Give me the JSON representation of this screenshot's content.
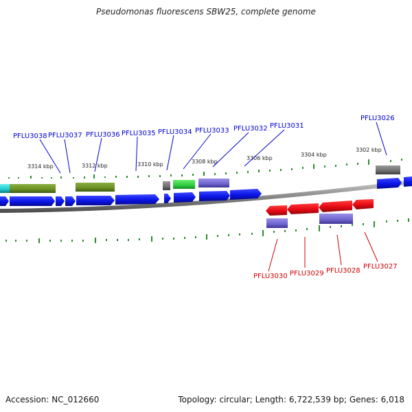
{
  "title": "Pseudomonas fluorescens SBW25, complete genome",
  "footer": {
    "accession": "Accession: NC_012660",
    "summary": "Topology: circular; Length: 6,722,539 bp; Genes: 6,018"
  },
  "colors": {
    "forward_label": "#0000cc",
    "reverse_label": "#cc0000",
    "cds_forward": "#0a14e6",
    "cds_reverse": "#e60a14",
    "gc_skew": "#2a8a2a",
    "backbone": "#8a8a8a"
  },
  "scale_ticks": [
    {
      "label": "3314 kbp"
    },
    {
      "label": "3312 kbp"
    },
    {
      "label": "3310 kbp"
    },
    {
      "label": "3308 kbp"
    },
    {
      "label": "3306 kbp"
    },
    {
      "label": "3304 kbp"
    },
    {
      "label": "3302 kbp"
    }
  ],
  "forward_genes": [
    {
      "label": "PFLU3038"
    },
    {
      "label": "PFLU3037"
    },
    {
      "label": "PFLU3036"
    },
    {
      "label": "PFLU3035"
    },
    {
      "label": "PFLU3034"
    },
    {
      "label": "PFLU3033"
    },
    {
      "label": "PFLU3032"
    },
    {
      "label": "PFLU3031"
    },
    {
      "label": "PFLU3026"
    }
  ],
  "reverse_genes": [
    {
      "label": "PFLU3030"
    },
    {
      "label": "PFLU3029"
    },
    {
      "label": "PFLU3028"
    },
    {
      "label": "PFLU3027"
    }
  ]
}
